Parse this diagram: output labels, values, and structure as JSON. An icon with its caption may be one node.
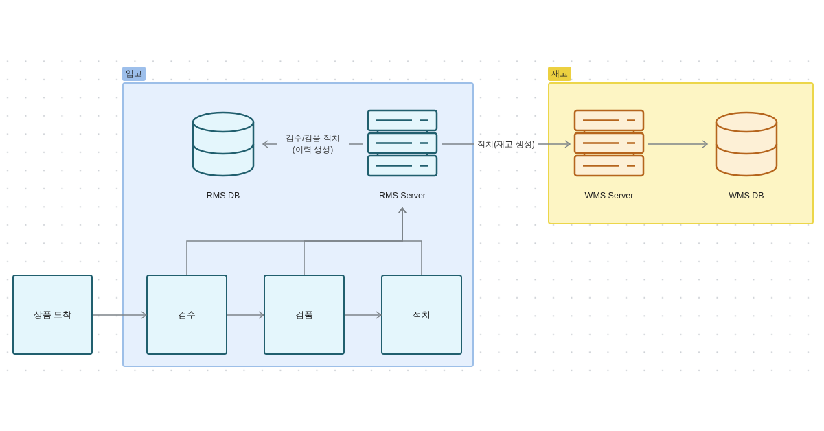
{
  "diagram": {
    "nodes": [
      {
        "text": [
          "입고"
        ]
      },
      {
        "text": [
          "RMS DB"
        ],
        "in": 0
      },
      {
        "text": [
          "RMS Server"
        ],
        "in": 0
      },
      {
        "text": [
          "검수"
        ],
        "in": 0
      },
      {
        "text": [
          "검품"
        ],
        "in": 0
      },
      {
        "text": [
          "적치"
        ],
        "in": 0
      },
      {
        "text": [
          "상품 도착"
        ]
      },
      {
        "text": [
          "재고"
        ]
      },
      {
        "text": [
          "WMS Server"
        ],
        "in": 7
      },
      {
        "text": [
          "WMS DB"
        ],
        "in": 7
      }
    ],
    "edges": [
      {
        "from": 2,
        "to": 1,
        "arrow": "to",
        "label": "검수/검품 적치(이력 생성)"
      },
      {
        "from": 2,
        "to": 8,
        "arrow": "to",
        "label": "적치(재고 생성)"
      },
      {
        "from": 8,
        "to": 9,
        "arrow": "to"
      },
      {
        "from": 6,
        "to": 3,
        "arrow": "to"
      },
      {
        "from": 3,
        "to": 4,
        "arrow": "to"
      },
      {
        "from": 4,
        "to": 5,
        "arrow": "to"
      },
      {
        "from": 3,
        "to": 2,
        "arrow": "to"
      },
      {
        "from": 4,
        "to": 2,
        "arrow": "to"
      },
      {
        "from": 5,
        "to": 2,
        "arrow": "to"
      }
    ]
  }
}
